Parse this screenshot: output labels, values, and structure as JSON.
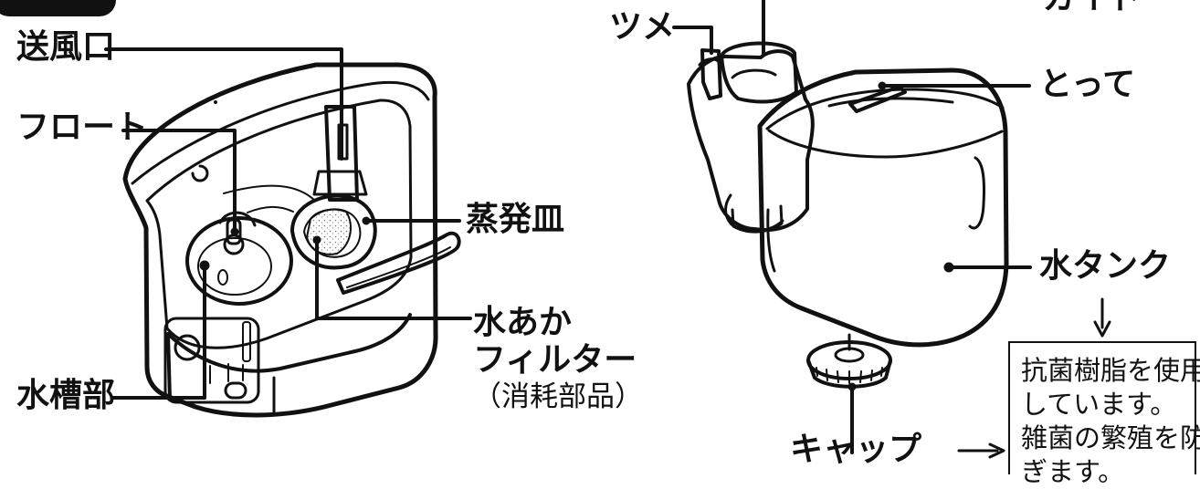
{
  "labels": {
    "air_outlet": "送風口",
    "float": "フロート",
    "evaporation_tray": "蒸発皿",
    "scale_filter_line1": "水あか",
    "scale_filter_line2": "フィルター",
    "scale_filter_line3": "（消耗部品）",
    "water_tank_section": "水槽部",
    "tab": "ツメ",
    "guide_partial": "ガイド",
    "handle": "とって",
    "water_tank": "水タンク",
    "cap": "キャップ"
  },
  "note": {
    "lines": [
      "抗菌樹脂を使用",
      "しています。",
      "雑菌の繁殖を防",
      "ぎます。"
    ]
  },
  "colors": {
    "ink": "#111111",
    "background": "#ffffff",
    "shade": "#d9d9d9"
  }
}
